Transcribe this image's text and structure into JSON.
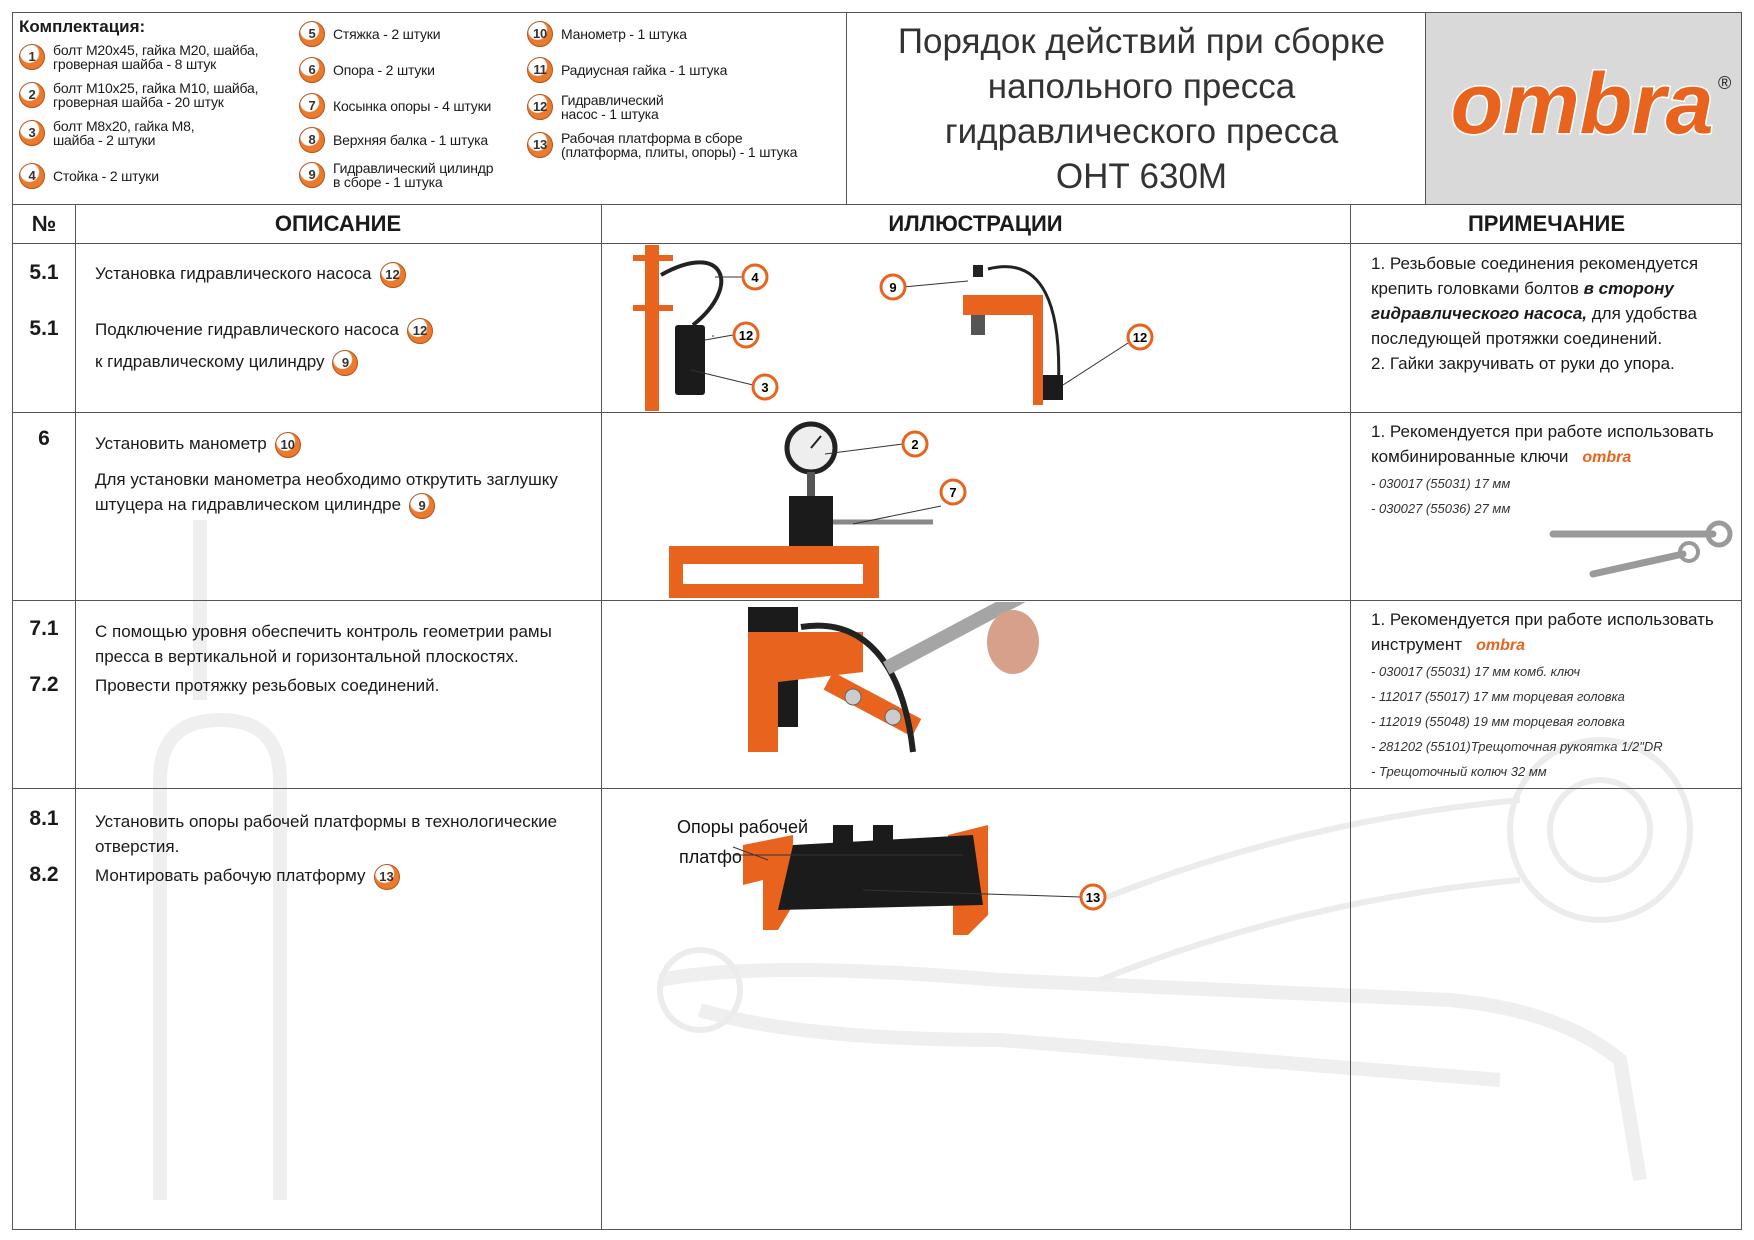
{
  "kit": {
    "title": "Комплектация:",
    "items": [
      {
        "n": "1",
        "text": "болт М20х45, гайка М20, шайба,\nгроверная шайба - 8 штук"
      },
      {
        "n": "2",
        "text": "болт М10х25, гайка М10, шайба,\nгроверная шайба - 20 штук"
      },
      {
        "n": "3",
        "text": "болт М8х20, гайка М8,\nшайба - 2 штуки"
      },
      {
        "n": "4",
        "text": "Стойка - 2 штуки"
      },
      {
        "n": "5",
        "text": "Стяжка - 2 штуки"
      },
      {
        "n": "6",
        "text": "Опора - 2 штуки"
      },
      {
        "n": "7",
        "text": "Косынка опоры - 4 штуки"
      },
      {
        "n": "8",
        "text": "Верхняя балка - 1 штука"
      },
      {
        "n": "9",
        "text": "Гидравлический цилиндр\nв сборе - 1 штука"
      },
      {
        "n": "10",
        "text": "Манометр - 1 штука"
      },
      {
        "n": "11",
        "text": "Радиусная гайка - 1 штука"
      },
      {
        "n": "12",
        "text": "Гидравлический\nнасос - 1 штука"
      },
      {
        "n": "13",
        "text": "Рабочая платформа в сборе\n(платформа, плиты, опоры) - 1 штука"
      }
    ]
  },
  "doc_title": "Порядок действий при сборке\nнапольного пресса\nгидравлического пресса\nОНТ 630М",
  "brand": {
    "name": "ombra",
    "mark": "®",
    "color": "#e8641e"
  },
  "columns": [
    "№",
    "ОПИСАНИЕ",
    "ИЛЛЮСТРАЦИИ",
    "ПРИМЕЧАНИЕ"
  ],
  "rows": [
    {
      "steps": [
        "5.1",
        "5.1"
      ],
      "desc": [
        {
          "text": "Установка  гидравлического насоса",
          "ref": "12"
        },
        {
          "text": "Подключение гидравлического насоса",
          "ref": "12"
        },
        {
          "text": "к гидравлическому цилиндру",
          "ref": "9"
        }
      ],
      "callouts": [
        "4",
        "12",
        "3",
        "9",
        "12"
      ],
      "note": [
        "1. Резьбовые соединения рекомендуется",
        "крепить головками болтов ",
        "в сторону",
        "гидравлического насоса,",
        " для удобства",
        "последующей протяжки соединений.",
        "2. Гайки закручивать от руки до упора."
      ]
    },
    {
      "steps": [
        "6"
      ],
      "desc": [
        {
          "text": "Установить манометр",
          "ref": "10"
        },
        {
          "text": "Для установки манометра необходимо открутить заглушку\nштуцера на гидравлическом цилиндре",
          "ref": "9"
        }
      ],
      "callouts": [
        "2",
        "7"
      ],
      "note": "1. Рекомендуется при работе использовать\nкомбинированные ключи",
      "sub": [
        "- 030017 (55031) 17 мм",
        "- 030027 (55036) 27 мм"
      ]
    },
    {
      "steps": [
        "7.1",
        "7.2"
      ],
      "desc": [
        {
          "text": "С помощью уровня  обеспечить контроль геометрии рамы\nпресса в вертикальной и горизонтальной плоскостях."
        },
        {
          "text": "Провести протяжку резьбовых соединений."
        }
      ],
      "note": "1. Рекомендуется при работе использовать\nинструмент",
      "sub": [
        "- 030017 (55031) 17 мм комб. ключ",
        "- 112017 (55017) 17 мм торцевая головка",
        "- 112019 (55048) 19 мм торцевая головка",
        "- 281202 (55101)Трещоточная рукоятка 1/2\"DR",
        "- Трещоточный колюч 32 мм"
      ]
    },
    {
      "steps": [
        "8.1",
        "8.2"
      ],
      "desc": [
        {
          "text": "Установить опоры рабочей платформы в технологические\nотверстия."
        },
        {
          "text": "Монтировать рабочую платформу",
          "ref": "13"
        }
      ],
      "caption": [
        "Опоры рабочей",
        "платформы"
      ],
      "callouts": [
        "13"
      ]
    }
  ]
}
